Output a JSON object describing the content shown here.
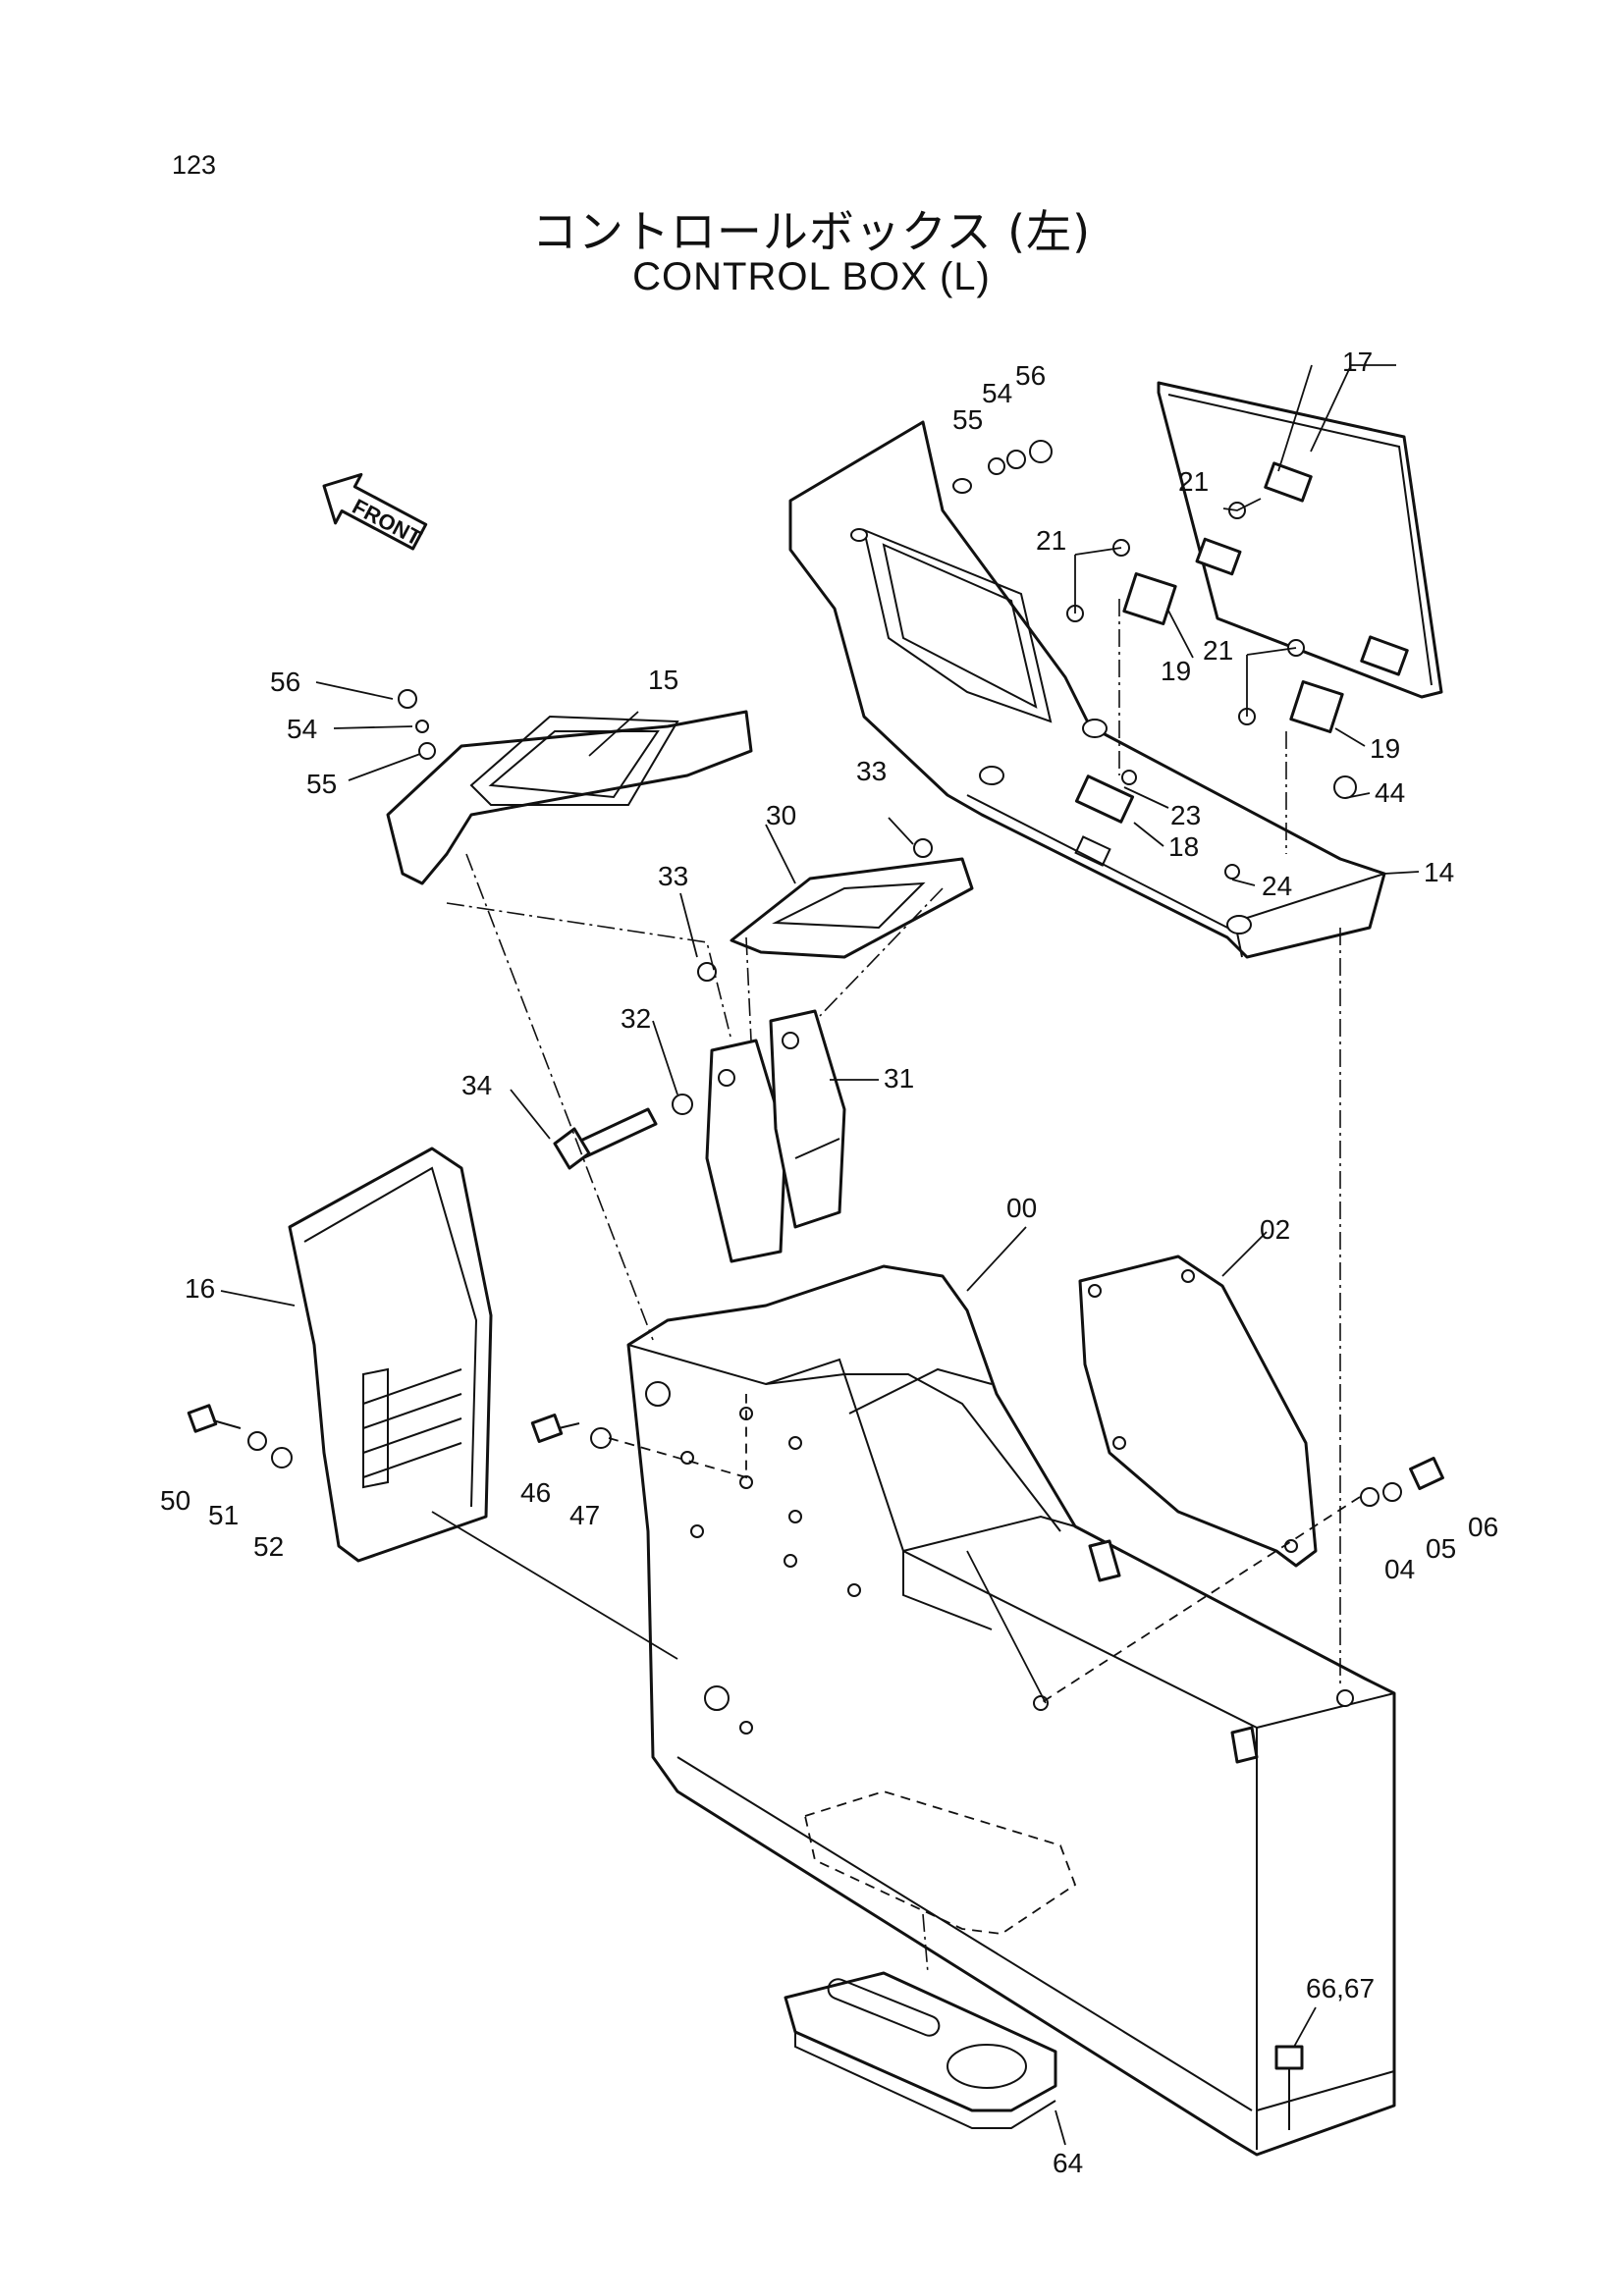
{
  "page": {
    "number": "123"
  },
  "title": {
    "jp": "コントロールボックス (左)",
    "en": "CONTROL BOX (L)"
  },
  "front_arrow": {
    "label": "FRONT"
  },
  "callouts": [
    {
      "id": "c17",
      "text": "17"
    },
    {
      "id": "c56a",
      "text": "56"
    },
    {
      "id": "c54a",
      "text": "54"
    },
    {
      "id": "c55a",
      "text": "55"
    },
    {
      "id": "c21a",
      "text": "21"
    },
    {
      "id": "c21b",
      "text": "21"
    },
    {
      "id": "c19a",
      "text": "19"
    },
    {
      "id": "c21c",
      "text": "21"
    },
    {
      "id": "c19b",
      "text": "19"
    },
    {
      "id": "c56b",
      "text": "56"
    },
    {
      "id": "c54b",
      "text": "54"
    },
    {
      "id": "c55b",
      "text": "55"
    },
    {
      "id": "c15",
      "text": "15"
    },
    {
      "id": "c33a",
      "text": "33"
    },
    {
      "id": "c30",
      "text": "30"
    },
    {
      "id": "c33b",
      "text": "33"
    },
    {
      "id": "c23",
      "text": "23"
    },
    {
      "id": "c44",
      "text": "44"
    },
    {
      "id": "c18",
      "text": "18"
    },
    {
      "id": "c24",
      "text": "24"
    },
    {
      "id": "c14",
      "text": "14"
    },
    {
      "id": "c32",
      "text": "32"
    },
    {
      "id": "c31",
      "text": "31"
    },
    {
      "id": "c34",
      "text": "34"
    },
    {
      "id": "c00",
      "text": "00"
    },
    {
      "id": "c02",
      "text": "02"
    },
    {
      "id": "c16",
      "text": "16"
    },
    {
      "id": "c50",
      "text": "50"
    },
    {
      "id": "c51",
      "text": "51"
    },
    {
      "id": "c52",
      "text": "52"
    },
    {
      "id": "c46",
      "text": "46"
    },
    {
      "id": "c47",
      "text": "47"
    },
    {
      "id": "c06",
      "text": "06"
    },
    {
      "id": "c05",
      "text": "05"
    },
    {
      "id": "c04",
      "text": "04"
    },
    {
      "id": "c6667",
      "text": "66,67"
    },
    {
      "id": "c64",
      "text": "64"
    }
  ]
}
